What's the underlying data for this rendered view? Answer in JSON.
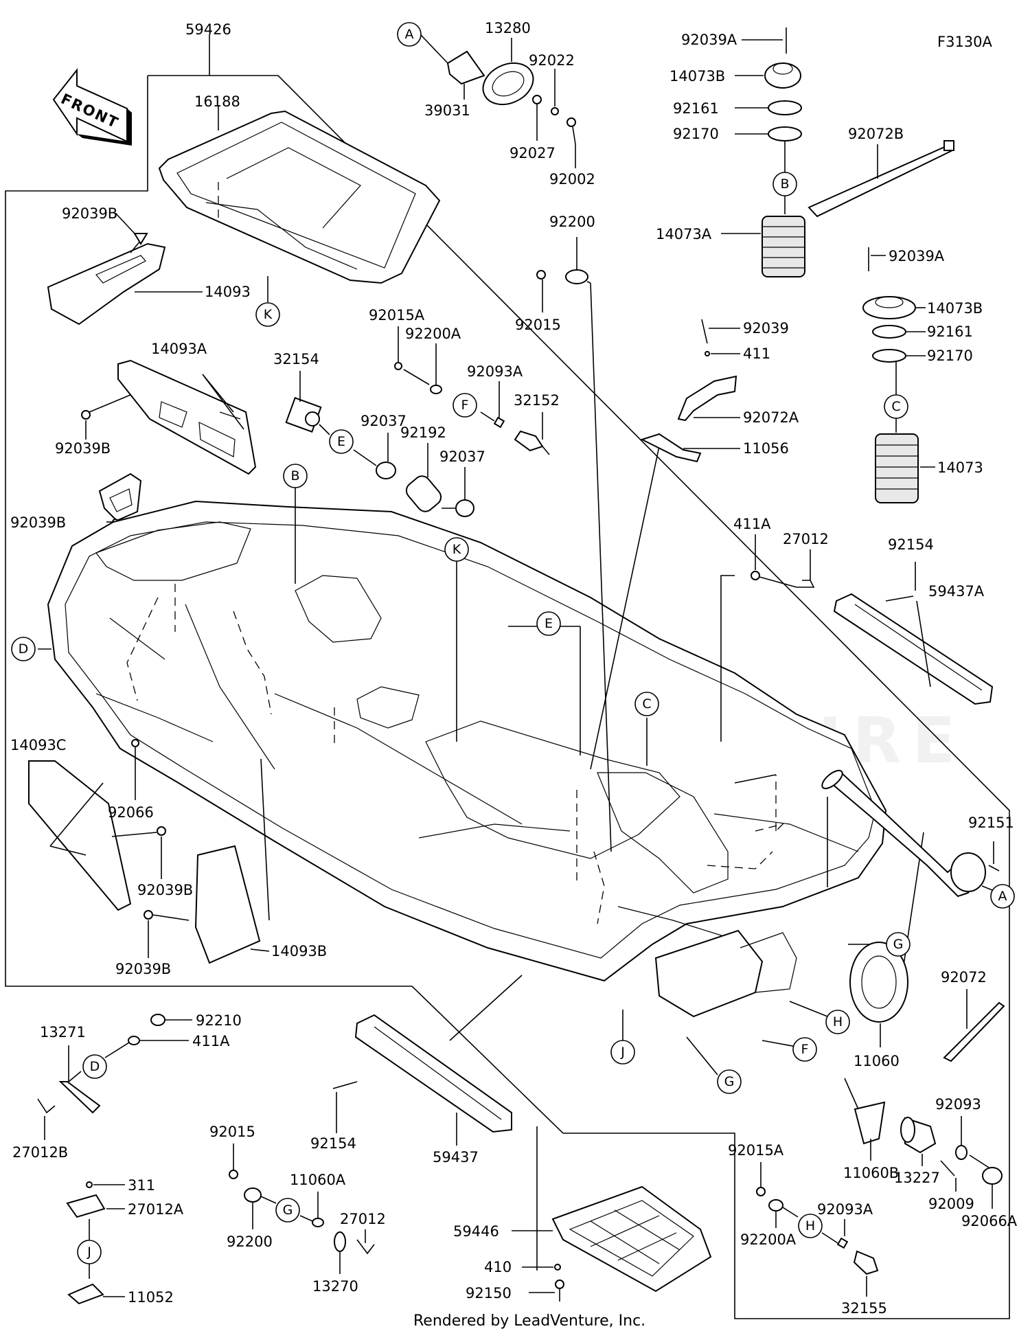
{
  "diagram_code": "F3130A",
  "footer": "Rendered by LeadVenture, Inc.",
  "watermark": "LEADVENTURE",
  "front_arrow": "FRONT",
  "part_labels": [
    {
      "id": "59426",
      "text": "59426"
    },
    {
      "id": "16188",
      "text": "16188"
    },
    {
      "id": "92039B-1",
      "text": "92039B"
    },
    {
      "id": "14093",
      "text": "14093"
    },
    {
      "id": "14093A",
      "text": "14093A"
    },
    {
      "id": "92039B-2",
      "text": "92039B"
    },
    {
      "id": "92039B-3",
      "text": "92039B"
    },
    {
      "id": "14093C",
      "text": "14093C"
    },
    {
      "id": "92066",
      "text": "92066"
    },
    {
      "id": "92039B-4",
      "text": "92039B"
    },
    {
      "id": "92039B-5",
      "text": "92039B"
    },
    {
      "id": "14093B",
      "text": "14093B"
    },
    {
      "id": "13280",
      "text": "13280"
    },
    {
      "id": "92022",
      "text": "92022"
    },
    {
      "id": "39031",
      "text": "39031"
    },
    {
      "id": "92027",
      "text": "92027"
    },
    {
      "id": "92002",
      "text": "92002"
    },
    {
      "id": "92200-1",
      "text": "92200"
    },
    {
      "id": "92015-1",
      "text": "92015"
    },
    {
      "id": "92015A-1",
      "text": "92015A"
    },
    {
      "id": "92200A-1",
      "text": "92200A"
    },
    {
      "id": "92093A-1",
      "text": "92093A"
    },
    {
      "id": "32152",
      "text": "32152"
    },
    {
      "id": "32154",
      "text": "32154"
    },
    {
      "id": "92037-1",
      "text": "92037"
    },
    {
      "id": "92192",
      "text": "92192"
    },
    {
      "id": "92037-2",
      "text": "92037"
    },
    {
      "id": "92039A-1",
      "text": "92039A"
    },
    {
      "id": "14073B-1",
      "text": "14073B"
    },
    {
      "id": "92161-1",
      "text": "92161"
    },
    {
      "id": "92170-1",
      "text": "92170"
    },
    {
      "id": "14073A",
      "text": "14073A"
    },
    {
      "id": "92072B",
      "text": "92072B"
    },
    {
      "id": "92039A-2",
      "text": "92039A"
    },
    {
      "id": "14073B-2",
      "text": "14073B"
    },
    {
      "id": "92161-2",
      "text": "92161"
    },
    {
      "id": "92170-2",
      "text": "92170"
    },
    {
      "id": "14073",
      "text": "14073"
    },
    {
      "id": "92039",
      "text": "92039"
    },
    {
      "id": "411",
      "text": "411"
    },
    {
      "id": "92072A",
      "text": "92072A"
    },
    {
      "id": "11056",
      "text": "11056"
    },
    {
      "id": "411A-1",
      "text": "411A"
    },
    {
      "id": "27012-1",
      "text": "27012"
    },
    {
      "id": "92154-1",
      "text": "92154"
    },
    {
      "id": "59437A",
      "text": "59437A"
    },
    {
      "id": "92151",
      "text": "92151"
    },
    {
      "id": "11060",
      "text": "11060"
    },
    {
      "id": "92072",
      "text": "92072"
    },
    {
      "id": "92210",
      "text": "92210"
    },
    {
      "id": "13271",
      "text": "13271"
    },
    {
      "id": "411A-2",
      "text": "411A"
    },
    {
      "id": "27012B",
      "text": "27012B"
    },
    {
      "id": "311",
      "text": "311"
    },
    {
      "id": "27012A",
      "text": "27012A"
    },
    {
      "id": "11052",
      "text": "11052"
    },
    {
      "id": "92015-2",
      "text": "92015"
    },
    {
      "id": "11060A",
      "text": "11060A"
    },
    {
      "id": "27012-2",
      "text": "27012"
    },
    {
      "id": "92200-2",
      "text": "92200"
    },
    {
      "id": "13270",
      "text": "13270"
    },
    {
      "id": "92154-2",
      "text": "92154"
    },
    {
      "id": "59437",
      "text": "59437"
    },
    {
      "id": "59446",
      "text": "59446"
    },
    {
      "id": "410",
      "text": "410"
    },
    {
      "id": "92150",
      "text": "92150"
    },
    {
      "id": "92015A-2",
      "text": "92015A"
    },
    {
      "id": "92200A-2",
      "text": "92200A"
    },
    {
      "id": "92093A-2",
      "text": "92093A"
    },
    {
      "id": "32155",
      "text": "32155"
    },
    {
      "id": "11060B",
      "text": "11060B"
    },
    {
      "id": "13227",
      "text": "13227"
    },
    {
      "id": "92093",
      "text": "92093"
    },
    {
      "id": "92009",
      "text": "92009"
    },
    {
      "id": "92066A",
      "text": "92066A"
    }
  ],
  "reference_markers": [
    {
      "id": "A-1",
      "text": "A"
    },
    {
      "id": "B-1",
      "text": "B"
    },
    {
      "id": "C-1",
      "text": "C"
    },
    {
      "id": "D-1",
      "text": "D"
    },
    {
      "id": "E-1",
      "text": "E"
    },
    {
      "id": "F-1",
      "text": "F"
    },
    {
      "id": "K-1",
      "text": "K"
    },
    {
      "id": "B-2",
      "text": "B"
    },
    {
      "id": "K-2",
      "text": "K"
    },
    {
      "id": "E-2",
      "text": "E"
    },
    {
      "id": "C-2",
      "text": "C"
    },
    {
      "id": "A-2",
      "text": "A"
    },
    {
      "id": "G-1",
      "text": "G"
    },
    {
      "id": "H-1",
      "text": "H"
    },
    {
      "id": "F-2",
      "text": "F"
    },
    {
      "id": "G-2",
      "text": "G"
    },
    {
      "id": "J-1",
      "text": "J"
    },
    {
      "id": "D-2",
      "text": "D"
    },
    {
      "id": "J-2",
      "text": "J"
    },
    {
      "id": "G-3",
      "text": "G"
    },
    {
      "id": "H-2",
      "text": "H"
    }
  ]
}
